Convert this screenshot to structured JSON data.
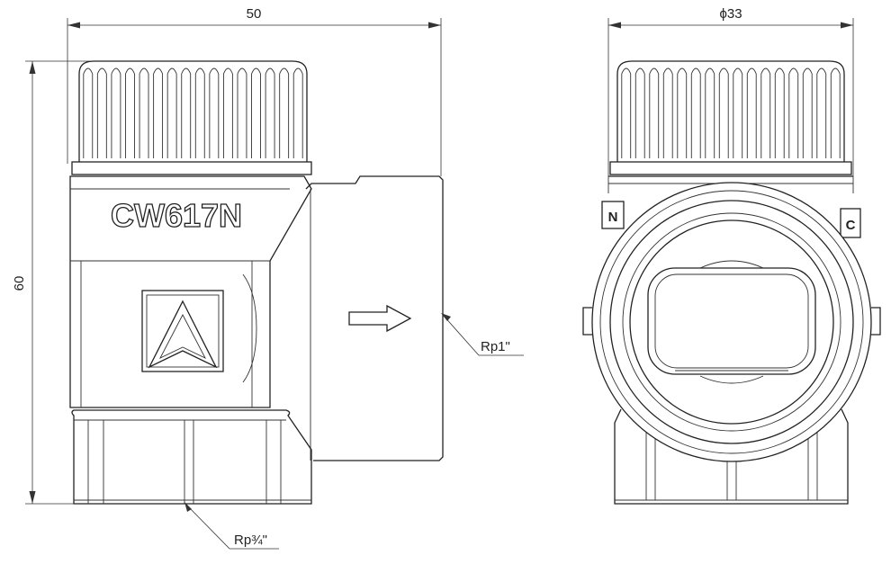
{
  "dimensions": {
    "width_label": "50",
    "height_label": "60",
    "diameter_label": "ϕ33"
  },
  "callouts": {
    "outlet_thread": "Rp1\"",
    "inlet_thread": "Rp¾\""
  },
  "body_marking": "CW617N",
  "side_mark_left": "N",
  "side_mark_right": "C"
}
